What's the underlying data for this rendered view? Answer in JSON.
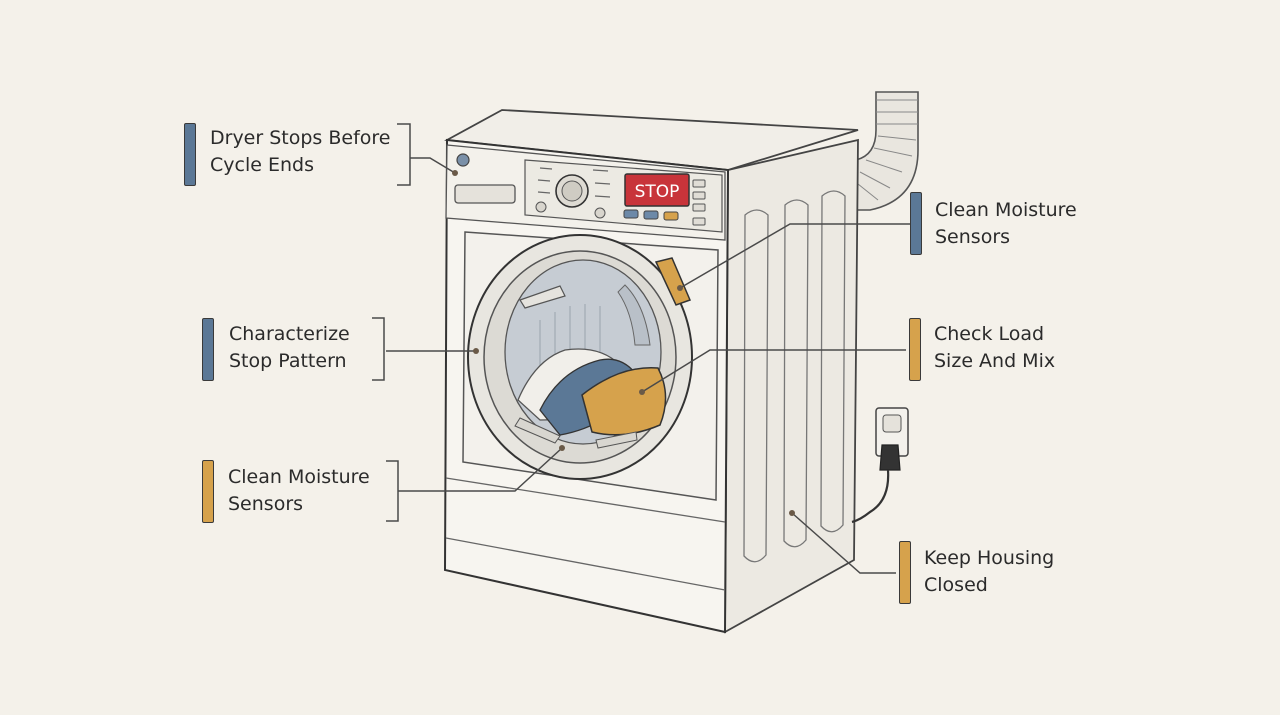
{
  "display": {
    "stop_text": "STOP"
  },
  "colors": {
    "background": "#f4f1ea",
    "blue_accent": "#5b7896",
    "orange_accent": "#d6a24c",
    "stop_red": "#c8343a",
    "line": "#4a4a4a"
  },
  "callouts": [
    {
      "line1": "Dryer Stops Before",
      "line2": "Cycle Ends",
      "color": "blue"
    },
    {
      "line1": "Clean Moisture",
      "line2": "Sensors",
      "color": "blue"
    },
    {
      "line1": "Characterize",
      "line2": "Stop Pattern",
      "color": "blue"
    },
    {
      "line1": "Check Load",
      "line2": "Size And Mix",
      "color": "orange"
    },
    {
      "line1": "Clean Moisture",
      "line2": "Sensors",
      "color": "orange"
    },
    {
      "line1": "Keep Housing",
      "line2": "Closed",
      "color": "orange"
    }
  ]
}
